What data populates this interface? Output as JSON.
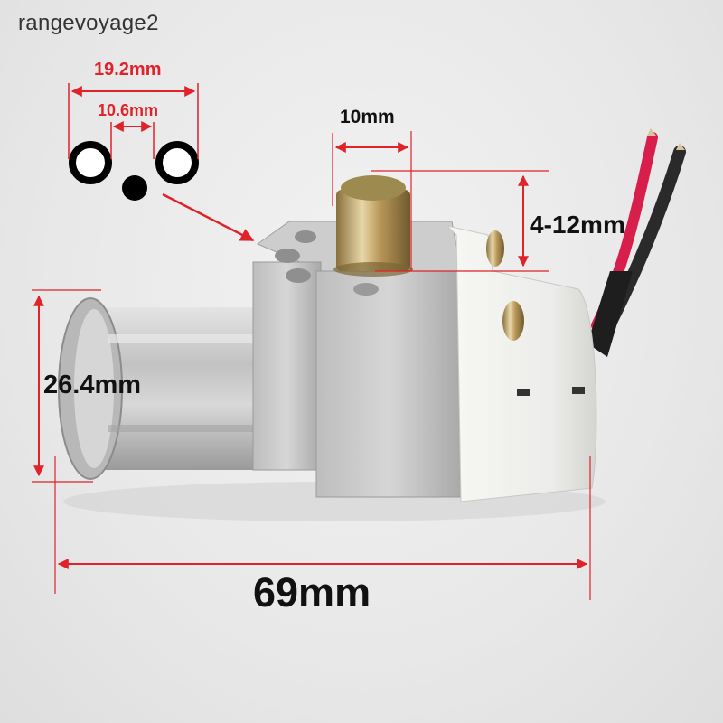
{
  "watermark": "rangevoyage2",
  "product": {
    "description": "Pulse igniter valve with aluminum body, brass push button and red/black lead wires",
    "wires": [
      {
        "name": "red-wire",
        "color": "#d81e4a"
      },
      {
        "name": "black-wire",
        "color": "#2a2a2a"
      }
    ]
  },
  "colors": {
    "dimension_red": "#e0222a",
    "text_black": "#111111",
    "aluminum": "#c8c8c8",
    "brass": "#b89a5a",
    "plastic_cap": "#ededea"
  },
  "hole_diagram": {
    "outer_spacing_label": "19.2mm",
    "inner_spacing_label": "10.6mm"
  },
  "dimensions": {
    "button_width_label": "10mm",
    "button_travel_label": "4-12mm",
    "body_height_label": "26.4mm",
    "total_length_label": "69mm"
  }
}
